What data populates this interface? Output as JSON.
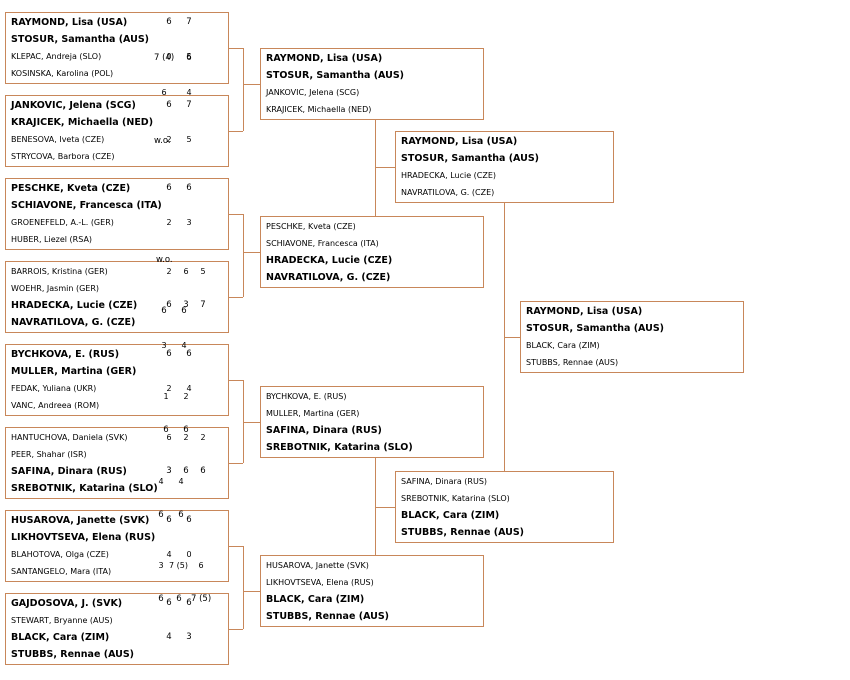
{
  "brackets": [
    {
      "id": "r1m1",
      "rows": [
        {
          "name": "RAYMOND, Lisa (USA)",
          "bold": true,
          "scores": [
            "6",
            "7"
          ]
        },
        {
          "name": "STOSUR, Samantha (AUS)",
          "bold": true,
          "scores": []
        },
        {
          "name": "KLEPAC, Andreja (SLO)",
          "bold": false,
          "scores": [
            "0",
            "5"
          ]
        },
        {
          "name": "KOSINSKA, Karolina (POL)",
          "bold": false,
          "scores": []
        }
      ]
    },
    {
      "id": "r1m2",
      "rows": [
        {
          "name": "JANKOVIC, Jelena (SCG)",
          "bold": true,
          "scores": [
            "6",
            "7"
          ]
        },
        {
          "name": "KRAJICEK, Michaella (NED)",
          "bold": true,
          "scores": []
        },
        {
          "name": "BENESOVA, Iveta (CZE)",
          "bold": false,
          "scores": [
            "2",
            "5"
          ]
        },
        {
          "name": "STRYCOVA, Barbora (CZE)",
          "bold": false,
          "scores": []
        }
      ]
    },
    {
      "id": "r1m3",
      "rows": [
        {
          "name": "PESCHKE, Kveta (CZE)",
          "bold": true,
          "scores": [
            "6",
            "6"
          ]
        },
        {
          "name": "SCHIAVONE, Francesca (ITA)",
          "bold": true,
          "scores": []
        },
        {
          "name": "GROENEFELD, A.-L. (GER)",
          "bold": false,
          "scores": [
            "2",
            "3"
          ]
        },
        {
          "name": "HUBER, Liezel (RSA)",
          "bold": false,
          "scores": []
        }
      ]
    },
    {
      "id": "r1m4",
      "rows": [
        {
          "name": "BARROIS, Kristina (GER)",
          "bold": false,
          "scores": [
            "2",
            "6",
            "5"
          ]
        },
        {
          "name": "WOEHR, Jasmin (GER)",
          "bold": false,
          "scores": []
        },
        {
          "name": "HRADECKA, Lucie (CZE)",
          "bold": true,
          "scores": [
            "6",
            "3",
            "7"
          ]
        },
        {
          "name": "NAVRATILOVA, G. (CZE)",
          "bold": true,
          "scores": []
        }
      ]
    },
    {
      "id": "r1m5",
      "rows": [
        {
          "name": "BYCHKOVA, E. (RUS)",
          "bold": true,
          "scores": [
            "6",
            "6"
          ]
        },
        {
          "name": "MULLER, Martina (GER)",
          "bold": true,
          "scores": []
        },
        {
          "name": "FEDAK, Yuliana (UKR)",
          "bold": false,
          "scores": [
            "2",
            "4"
          ]
        },
        {
          "name": "VANC, Andreea (ROM)",
          "bold": false,
          "scores": []
        }
      ]
    },
    {
      "id": "r1m6",
      "rows": [
        {
          "name": "HANTUCHOVA, Daniela (SVK)",
          "bold": false,
          "scores": [
            "6",
            "2",
            "2"
          ]
        },
        {
          "name": "PEER, Shahar (ISR)",
          "bold": false,
          "scores": []
        },
        {
          "name": "SAFINA, Dinara (RUS)",
          "bold": true,
          "scores": [
            "3",
            "6",
            "6"
          ]
        },
        {
          "name": "SREBOTNIK, Katarina (SLO)",
          "bold": true,
          "scores": []
        }
      ]
    },
    {
      "id": "r1m7",
      "rows": [
        {
          "name": "HUSAROVA, Janette (SVK)",
          "bold": true,
          "scores": [
            "6",
            "6"
          ]
        },
        {
          "name": "LIKHOVTSEVA, Elena (RUS)",
          "bold": true,
          "scores": []
        },
        {
          "name": "BLAHOTOVA, Olga (CZE)",
          "bold": false,
          "scores": [
            "4",
            "0"
          ]
        },
        {
          "name": "SANTANGELO, Mara (ITA)",
          "bold": false,
          "scores": []
        }
      ]
    },
    {
      "id": "r1m8",
      "rows": [
        {
          "name": "GAJDOSOVA, J. (SVK)",
          "bold": true,
          "scores": [
            "6",
            "6"
          ]
        },
        {
          "name": "STEWART, Bryanne (AUS)",
          "bold": false,
          "scores": []
        },
        {
          "name": "BLACK, Cara (ZIM)",
          "bold": true,
          "scores": [
            "4",
            "3"
          ]
        },
        {
          "name": "STUBBS, Rennae (AUS)",
          "bold": true,
          "scores": []
        }
      ]
    },
    {
      "id": "r2m1",
      "rows": [
        {
          "name": "RAYMOND, Lisa (USA)",
          "bold": true,
          "scores": [
            "7 (4)",
            "6"
          ]
        },
        {
          "name": "STOSUR, Samantha (AUS)",
          "bold": true,
          "scores": []
        },
        {
          "name": "JANKOVIC, Jelena (SCG)",
          "bold": false,
          "scores": [
            "6",
            "4"
          ]
        },
        {
          "name": "KRAJICEK, Michaella (NED)",
          "bold": false,
          "scores": []
        }
      ]
    },
    {
      "id": "r2m2",
      "rows": [
        {
          "name": "PESCHKE, Kveta (CZE)",
          "bold": false,
          "scores": []
        },
        {
          "name": "SCHIAVONE, Francesca (ITA)",
          "bold": false,
          "scores": []
        },
        {
          "name": "HRADECKA, Lucie (CZE)",
          "bold": true,
          "scores": [
            "w.o."
          ]
        },
        {
          "name": "NAVRATILOVA, G. (CZE)",
          "bold": true,
          "scores": []
        }
      ]
    },
    {
      "id": "r2m3",
      "rows": [
        {
          "name": "BYCHKOVA, E. (RUS)",
          "bold": false,
          "scores": [
            "1",
            "2"
          ]
        },
        {
          "name": "MULLER, Martina (GER)",
          "bold": false,
          "scores": []
        },
        {
          "name": "SAFINA, Dinara (RUS)",
          "bold": true,
          "scores": [
            "6",
            "6"
          ]
        },
        {
          "name": "SREBOTNIK, Katarina (SLO)",
          "bold": true,
          "scores": []
        }
      ]
    },
    {
      "id": "r2m4",
      "rows": [
        {
          "name": "HUSAROVA, Janette (SVK)",
          "bold": false,
          "scores": [
            "3",
            "7 (5)",
            "6"
          ]
        },
        {
          "name": "LIKHOVTSEVA, Elena (RUS)",
          "bold": false,
          "scores": []
        },
        {
          "name": "BLACK, Cara (ZIM)",
          "bold": true,
          "scores": [
            "6",
            "6",
            "7 (5)"
          ]
        },
        {
          "name": "STUBBS, Rennae (AUS)",
          "bold": true,
          "scores": []
        }
      ]
    },
    {
      "id": "r3m1",
      "rows": [
        {
          "name": "RAYMOND, Lisa (USA)",
          "bold": true,
          "scores": [
            "w.o."
          ]
        },
        {
          "name": "STOSUR, Samantha (AUS)",
          "bold": true,
          "scores": []
        },
        {
          "name": "HRADECKA, Lucie (CZE)",
          "bold": false,
          "scores": []
        },
        {
          "name": "NAVRATILOVA, G. (CZE)",
          "bold": false,
          "scores": []
        }
      ]
    },
    {
      "id": "r3m2",
      "rows": [
        {
          "name": "SAFINA, Dinara (RUS)",
          "bold": false,
          "scores": [
            "4",
            "4"
          ]
        },
        {
          "name": "SREBOTNIK, Katarina (SLO)",
          "bold": false,
          "scores": []
        },
        {
          "name": "BLACK, Cara (ZIM)",
          "bold": true,
          "scores": [
            "6",
            "6"
          ]
        },
        {
          "name": "STUBBS, Rennae (AUS)",
          "bold": true,
          "scores": []
        }
      ]
    },
    {
      "id": "r4m1",
      "rows": [
        {
          "name": "RAYMOND, Lisa (USA)",
          "bold": true,
          "scores": [
            "6",
            "6"
          ]
        },
        {
          "name": "STOSUR, Samantha (AUS)",
          "bold": true,
          "scores": []
        },
        {
          "name": "BLACK, Cara (ZIM)",
          "bold": false,
          "scores": [
            "3",
            "4"
          ]
        },
        {
          "name": "STUBBS, Rennae (AUS)",
          "bold": false,
          "scores": []
        }
      ]
    }
  ]
}
